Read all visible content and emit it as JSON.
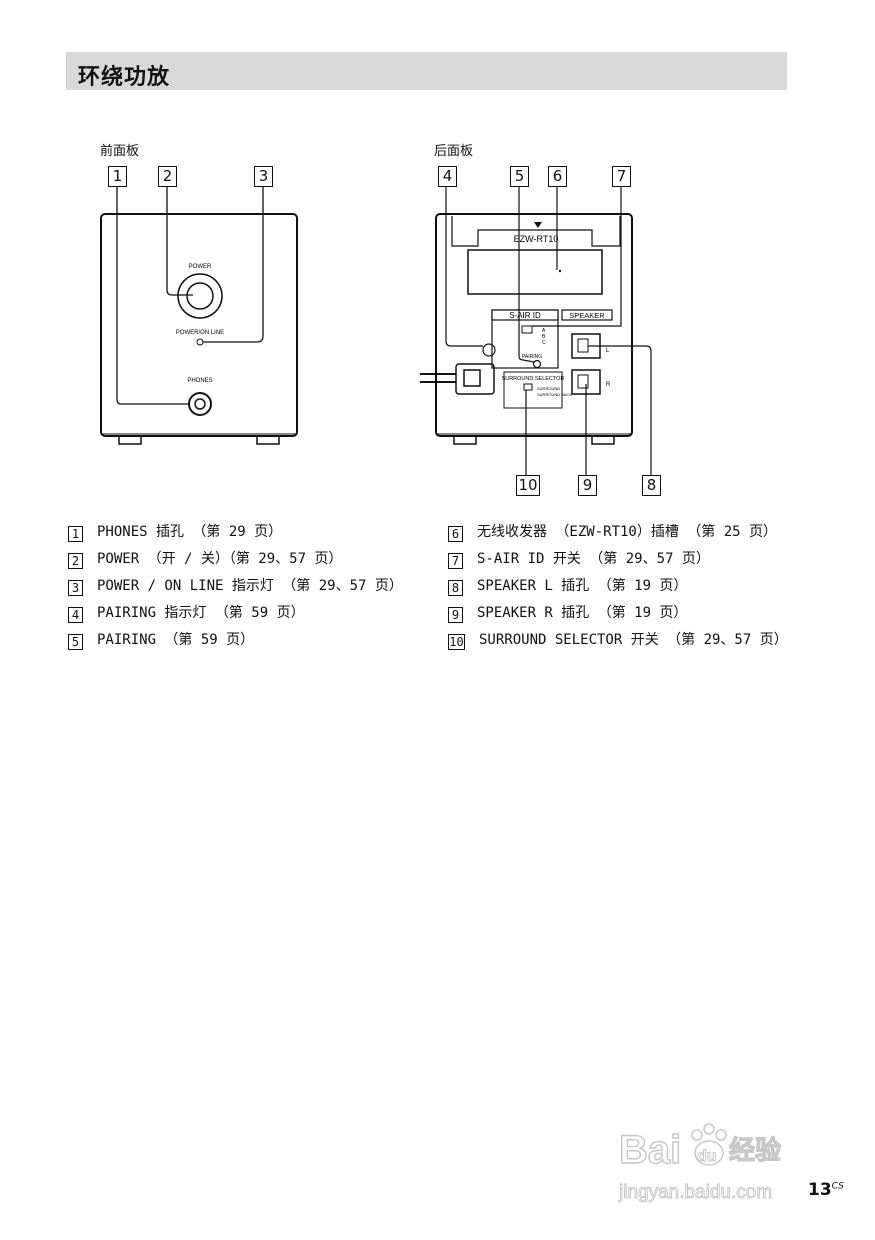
{
  "header": {
    "title": "环绕功放"
  },
  "panels": {
    "front_label": "前面板",
    "rear_label": "后面板"
  },
  "front": {
    "callouts": [
      "1",
      "2",
      "3"
    ],
    "labels": {
      "power": "POWER",
      "power_on_line": "POWER/ON LINE",
      "phones": "PHONES"
    }
  },
  "rear": {
    "callouts": [
      "4",
      "5",
      "6",
      "7",
      "10",
      "9",
      "8"
    ],
    "labels": {
      "slot": "EZW-RT10",
      "sair_id": "S-AIR ID",
      "speaker": "SPEAKER",
      "pairing": "PAIRING",
      "surround_selector": "SURROUND SELECTOR",
      "surround": "SURROUND",
      "surround_back": "SURROUND BACK",
      "id_a": "A",
      "id_b": "B",
      "id_c": "C",
      "l": "L",
      "r": "R"
    }
  },
  "legend": [
    {
      "num": "1",
      "text": "PHONES 插孔 （第 29 页）"
    },
    {
      "num": "2",
      "text": "POWER （开 / 关）（第 29、57 页）"
    },
    {
      "num": "3",
      "text": "POWER / ON LINE 指示灯 （第 29、57 页）"
    },
    {
      "num": "4",
      "text": "PAIRING 指示灯 （第 59 页）"
    },
    {
      "num": "5",
      "text": "PAIRING （第 59 页）"
    },
    {
      "num": "6",
      "text": "无线收发器 （EZW-RT10）插槽 （第 25 页）"
    },
    {
      "num": "7",
      "text": "S-AIR ID 开关 （第 29、57 页）"
    },
    {
      "num": "8",
      "text": "SPEAKER L 插孔 （第 19 页）"
    },
    {
      "num": "9",
      "text": "SPEAKER R 插孔 （第 19 页）"
    },
    {
      "num": "10",
      "text": "SURROUND SELECTOR 开关 （第 29、57 页）"
    }
  ],
  "footer": {
    "page": "13",
    "suffix": "CS"
  },
  "watermark": {
    "brand": "Bai",
    "brand2": "du",
    "brand_cn": "经验",
    "url": "jingyan.baidu.com"
  }
}
